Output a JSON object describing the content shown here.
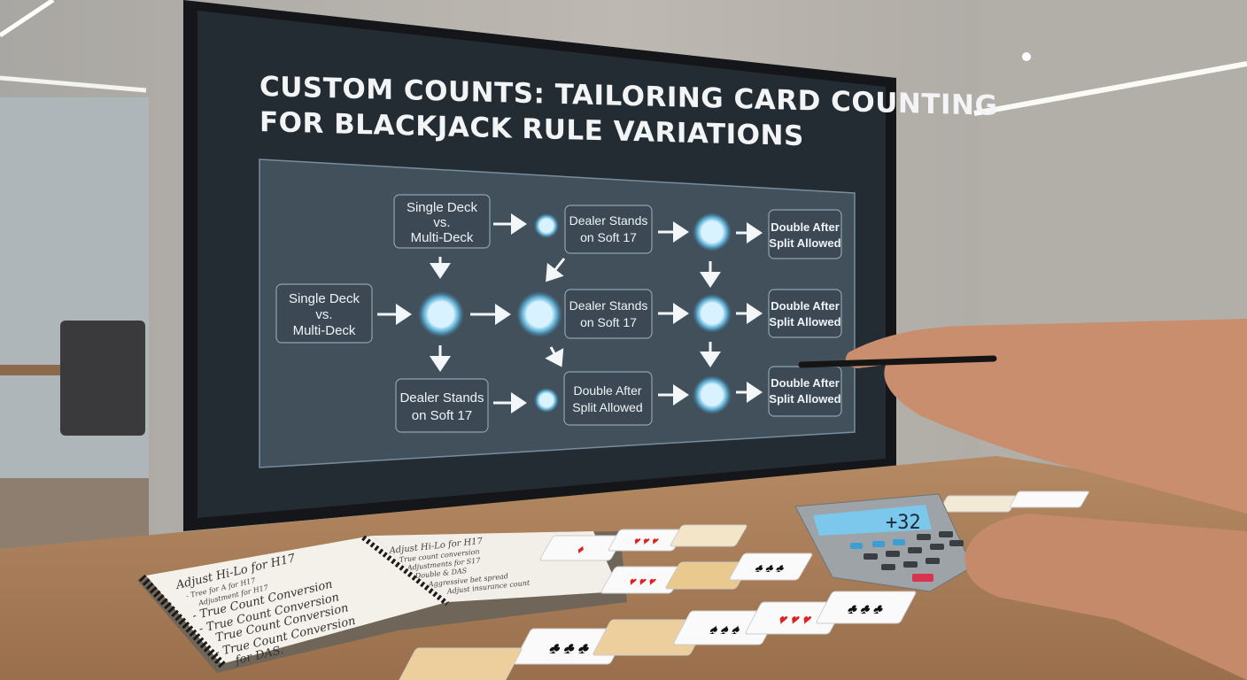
{
  "screen": {
    "title_lines": [
      "CUSTOM COUNTS: TAILORING CARD COUNTING",
      "FOR BLACKJACK RULE VARIATIONS"
    ]
  },
  "diagram": {
    "top_left_box": [
      "Single Deck",
      "vs.",
      "Multi-Deck"
    ],
    "left_box": [
      "Single Deck",
      "vs.",
      "Multi-Deck"
    ],
    "bottom_left_box": [
      "Dealer Stands",
      "on Soft 17"
    ],
    "top_mid_box": [
      "Dealer Stands",
      "on Soft 17"
    ],
    "mid_mid_box": [
      "Dealer Stands",
      "on Soft 17"
    ],
    "bottom_mid_box": [
      "Double After",
      "Split Allowed"
    ],
    "top_right_box": [
      "Double After",
      "Split Allowed"
    ],
    "mid_right_box": [
      "Double After",
      "Split Allowed"
    ],
    "bottom_right_box": [
      "Double After",
      "Split Allowed"
    ],
    "node_color": "#cdeefc",
    "glow_color": "#5fc4f0"
  },
  "notebook": {
    "left_page": [
      "Adjust Hi-Lo for H17",
      "- Tree for A for H17",
      "Adjustment for H17",
      "- True Count Conversion",
      "- True Count Conversion",
      "True Count Conversion",
      "- True Count Conversion",
      "for DAS."
    ],
    "right_page": [
      "Adjust Hi-Lo for H17",
      "True count conversion",
      "Adjustments for S17",
      "Double & DAS",
      "Aggressive bet spread",
      "Adjust insurance count"
    ]
  },
  "calculator": {
    "display": "+32",
    "display_color": "#7cc8ec"
  }
}
